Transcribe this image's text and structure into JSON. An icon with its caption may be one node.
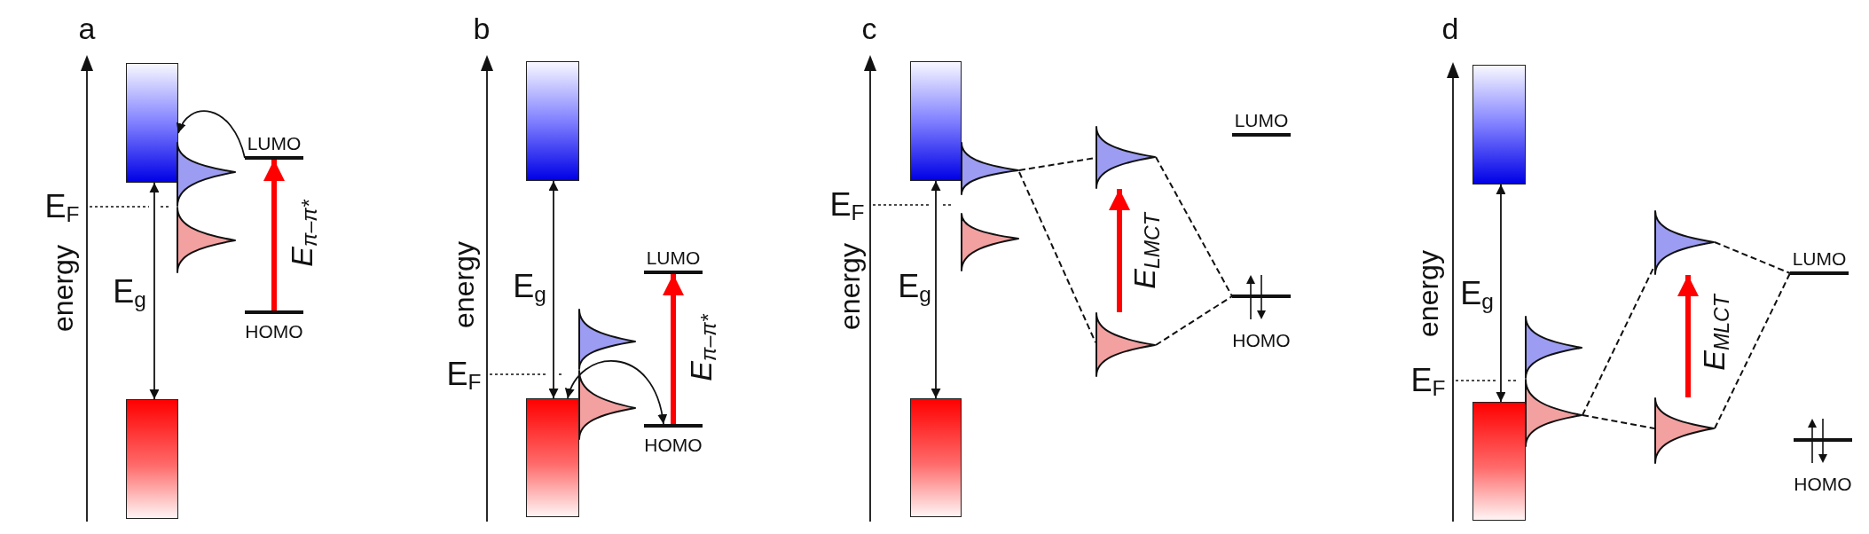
{
  "diagram": {
    "nodes": [
      {
        "text": [],
        "shape": "box"
      },
      {
        "text": [],
        "shape": "peak"
      },
      {
        "text": [],
        "shape": "peak"
      },
      {
        "text": [
          "LUMO"
        ]
      },
      {
        "text": [
          "HOMO"
        ]
      },
      {
        "text": [],
        "shape": "box"
      },
      {
        "text": [],
        "shape": "box"
      },
      {
        "text": [
          "LUMO"
        ]
      },
      {
        "text": [],
        "shape": "peak"
      },
      {
        "text": [],
        "shape": "peak"
      },
      {
        "text": [
          "HOMO"
        ]
      },
      {
        "text": [],
        "shape": "box"
      },
      {
        "text": [],
        "shape": "box"
      },
      {
        "text": [
          "LUMO"
        ]
      },
      {
        "text": [],
        "shape": "peak"
      },
      {
        "text": [],
        "shape": "peak"
      },
      {
        "text": [],
        "shape": "peak"
      },
      {
        "text": [
          "HOMO"
        ]
      },
      {
        "text": [],
        "shape": "peak"
      },
      {
        "text": [],
        "shape": "box"
      },
      {
        "text": [],
        "shape": "box"
      },
      {
        "text": [],
        "shape": "peak"
      },
      {
        "text": [
          "LUMO"
        ]
      },
      {
        "text": [],
        "shape": "peak"
      },
      {
        "text": [],
        "shape": "peak"
      },
      {
        "text": [],
        "shape": "peak"
      },
      {
        "text": [
          "HOMO"
        ]
      },
      {
        "text": [],
        "shape": "box"
      }
    ],
    "edges": [
      {
        "from": 3,
        "to": 0,
        "arrow": "to"
      },
      {
        "from": 0,
        "to": 5,
        "arrow": "both",
        "label": "E$_{g}$"
      },
      {
        "from": 4,
        "to": 3,
        "arrow": "to",
        "label": "E$_{π–π*}$",
        "style": "thick",
        "color": "#ff0000"
      },
      {
        "from": 6,
        "to": 11,
        "arrow": "both",
        "label": "E$_{g}$"
      },
      {
        "from": 10,
        "to": 7,
        "arrow": "to",
        "label": "E$_{π–π*}$",
        "style": "thick",
        "color": "#ff0000"
      },
      {
        "from": 11,
        "to": 10,
        "arrow": "both"
      },
      {
        "from": 12,
        "to": 19,
        "arrow": "both",
        "label": "E$_{g}$"
      },
      {
        "from": 14,
        "to": 15,
        "arrow": "none",
        "style": "dashed"
      },
      {
        "from": 14,
        "to": 18,
        "arrow": "none",
        "style": "dashed"
      },
      {
        "from": 15,
        "to": 17,
        "arrow": "none",
        "style": "dashed"
      },
      {
        "from": 18,
        "to": 17,
        "arrow": "none",
        "style": "dashed"
      },
      {
        "from": 18,
        "to": 15,
        "arrow": "to",
        "label": "E$_{LMCT}$",
        "style": "thick",
        "color": "#ff0000"
      },
      {
        "from": 20,
        "to": 27,
        "arrow": "both",
        "label": "E$_{g}$"
      },
      {
        "from": 24,
        "to": 21,
        "arrow": "none",
        "style": "dashed"
      },
      {
        "from": 24,
        "to": 25,
        "arrow": "none",
        "style": "dashed"
      },
      {
        "from": 21,
        "to": 22,
        "arrow": "none",
        "style": "dashed"
      },
      {
        "from": 25,
        "to": 22,
        "arrow": "none",
        "style": "dashed"
      },
      {
        "from": 25,
        "to": 21,
        "arrow": "to",
        "label": "E$_{MLCT}$",
        "style": "thick",
        "color": "#ff0000"
      }
    ],
    "labels": [
      "a",
      "energy",
      "E$_{F}$",
      "b",
      "energy",
      "E$_{F}$",
      "c",
      "energy",
      "E$_{F}$",
      "d",
      "energy",
      "E$_{F}$"
    ]
  }
}
